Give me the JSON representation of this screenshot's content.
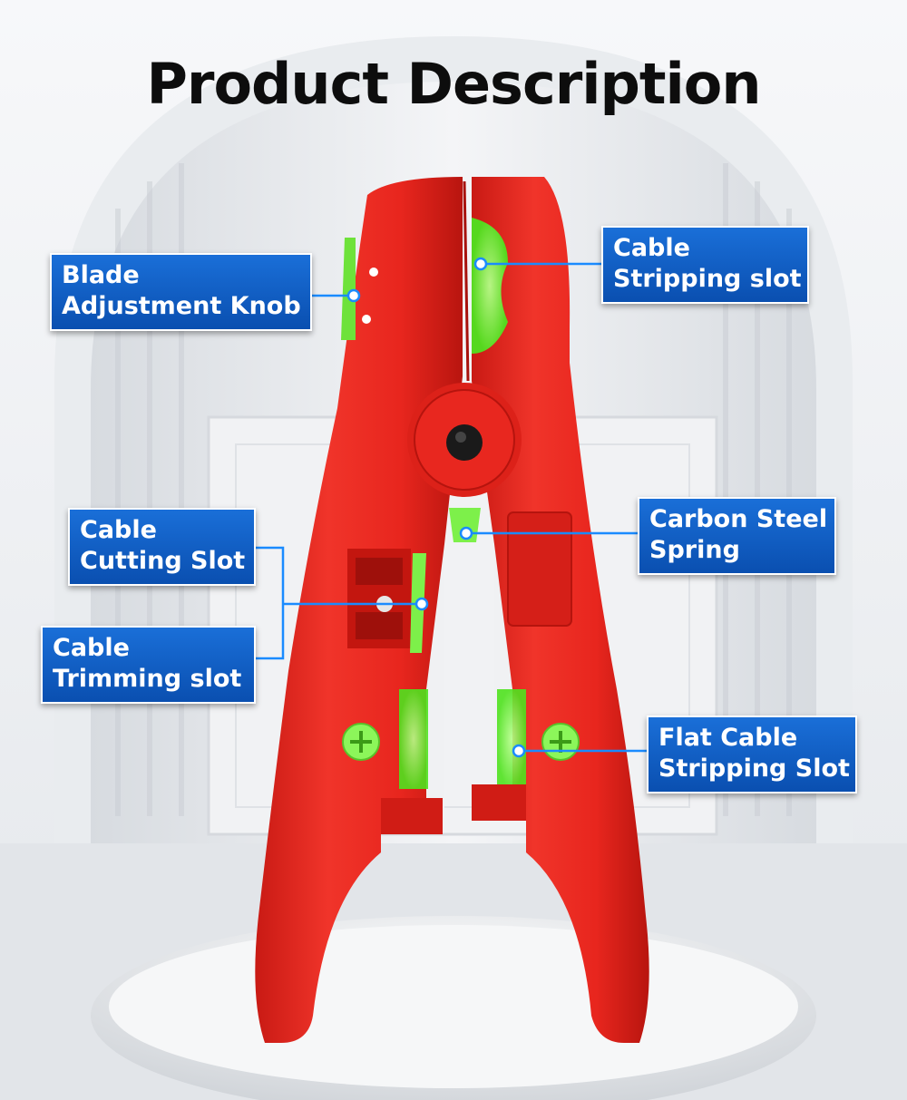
{
  "title": "Product Description",
  "callouts": {
    "blade_knob": {
      "line1": "Blade",
      "line2": "Adjustment Knob"
    },
    "stripping_slot": {
      "line1": "Cable",
      "line2": "Stripping slot"
    },
    "cutting_slot": {
      "line1": "Cable",
      "line2": "Cutting Slot"
    },
    "spring": {
      "line1": "Carbon Steel",
      "line2": "Spring"
    },
    "trimming_slot": {
      "line1": "Cable",
      "line2": "Trimming slot"
    },
    "flat_slot": {
      "line1": "Flat Cable",
      "line2": "Stripping Slot"
    }
  },
  "colors": {
    "tool_body": "#e8261e",
    "tool_shadow": "#b3140f",
    "highlight_green": "#7dff4a",
    "callout_blue": "#0a5bc4"
  }
}
